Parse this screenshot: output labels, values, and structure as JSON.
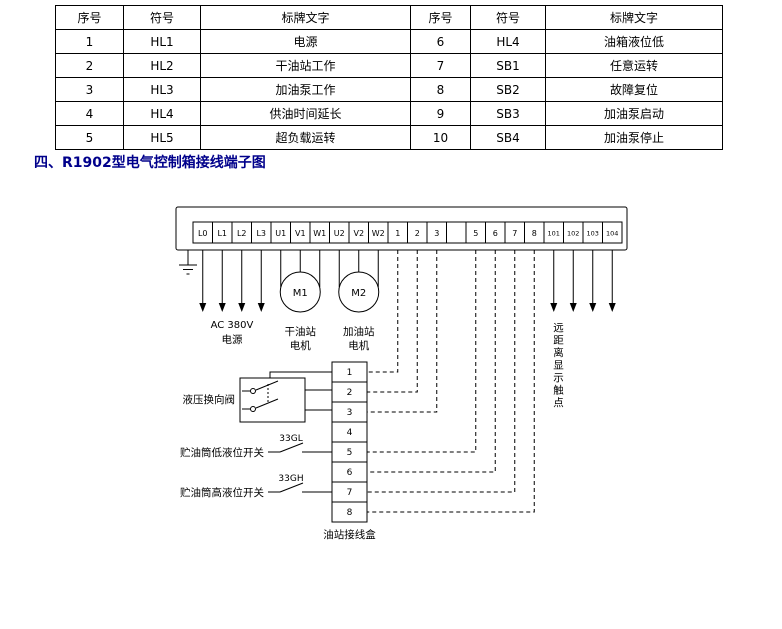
{
  "page": {
    "heading": "四、R1902型电气控制箱接线端子图"
  },
  "table": {
    "headers": [
      "序号",
      "符号",
      "标牌文字",
      "序号",
      "符号",
      "标牌文字"
    ],
    "rows": [
      [
        "1",
        "HL1",
        "电源",
        "6",
        "HL4",
        "油箱液位低"
      ],
      [
        "2",
        "HL2",
        "干油站工作",
        "7",
        "SB1",
        "任意运转"
      ],
      [
        "3",
        "HL3",
        "加油泵工作",
        "8",
        "SB2",
        "故障复位"
      ],
      [
        "4",
        "HL4",
        "供油时间延长",
        "9",
        "SB3",
        "加油泵启动"
      ],
      [
        "5",
        "HL5",
        "超负载运转",
        "10",
        "SB4",
        "加油泵停止"
      ]
    ]
  },
  "diagram": {
    "terminals": [
      "L0",
      "L1",
      "L2",
      "L3",
      "U1",
      "V1",
      "W1",
      "U2",
      "V2",
      "W2",
      "1",
      "2",
      "3",
      "",
      "5",
      "6",
      "7",
      "8",
      "101",
      "102",
      "103",
      "104"
    ],
    "power_label": {
      "line1": "AC 380V",
      "line2": "电源"
    },
    "motor1": {
      "name": "M1",
      "label1": "干油站",
      "label2": "电机"
    },
    "motor2": {
      "name": "M2",
      "label1": "加油站",
      "label2": "电机"
    },
    "junction_cells": [
      "1",
      "2",
      "3",
      "4",
      "5",
      "6",
      "7",
      "8"
    ],
    "junction_caption": "油站接线盒",
    "valve_label": "液压换向阀",
    "low_switch": {
      "tag": "33GL",
      "label": "贮油筒低液位开关"
    },
    "high_switch": {
      "tag": "33GH",
      "label": "贮油筒高液位开关"
    },
    "remote_label": "远距离显示触点"
  }
}
